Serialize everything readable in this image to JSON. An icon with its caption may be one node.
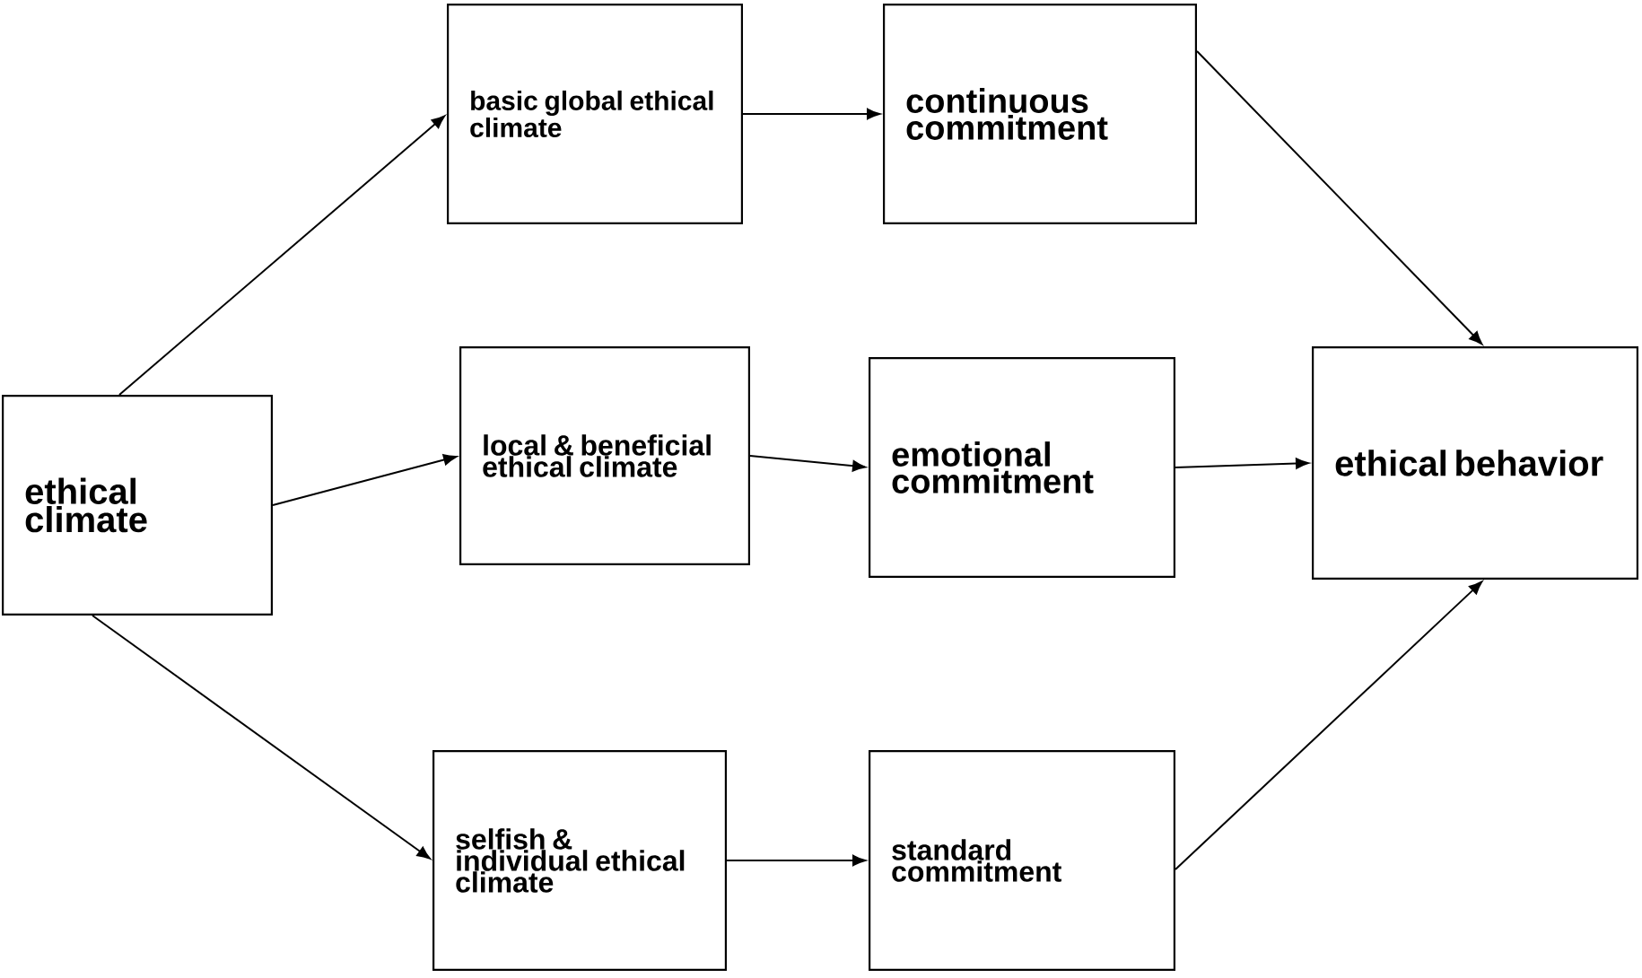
{
  "diagram": {
    "nodes": [
      {
        "text": [
          "ethical climate"
        ]
      },
      {
        "text": [
          "basic global ethical climate"
        ]
      },
      {
        "text": [
          "continuous commitment"
        ]
      },
      {
        "text": [
          "local & beneficial ethical climate"
        ]
      },
      {
        "text": [
          "emotional commitment"
        ]
      },
      {
        "text": [
          "ethical behavior"
        ]
      },
      {
        "text": [
          "selfish & individual ethical climate"
        ]
      },
      {
        "text": [
          "standard commitment"
        ]
      }
    ],
    "edges": [
      {
        "from": 0,
        "to": 1,
        "arrow": "to"
      },
      {
        "from": 0,
        "to": 3,
        "arrow": "to"
      },
      {
        "from": 0,
        "to": 6,
        "arrow": "to"
      },
      {
        "from": 1,
        "to": 2,
        "arrow": "to"
      },
      {
        "from": 3,
        "to": 4,
        "arrow": "to"
      },
      {
        "from": 6,
        "to": 7,
        "arrow": "to"
      },
      {
        "from": 2,
        "to": 5,
        "arrow": "to"
      },
      {
        "from": 4,
        "to": 5,
        "arrow": "to"
      },
      {
        "from": 7,
        "to": 5,
        "arrow": "to"
      }
    ]
  }
}
